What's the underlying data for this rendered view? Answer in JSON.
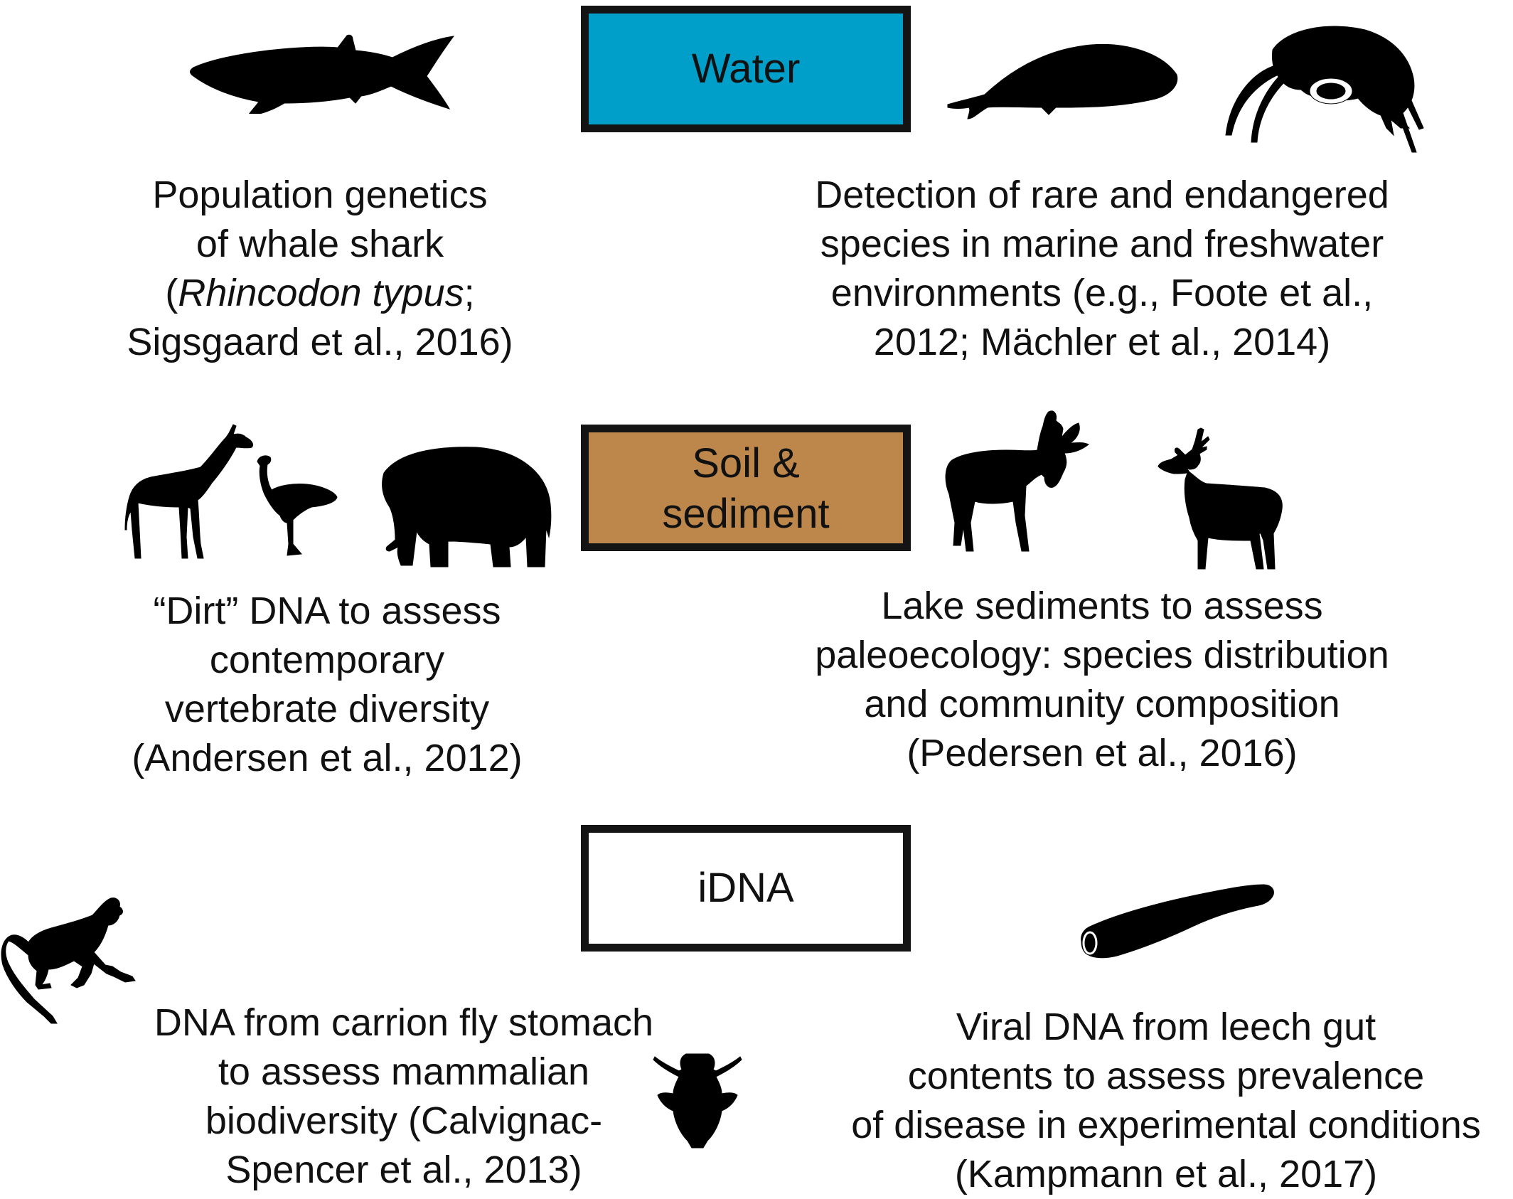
{
  "categories": {
    "water": {
      "label": "Water",
      "fill": "#009fc9"
    },
    "soil": {
      "line1": "Soil &",
      "line2": "sediment",
      "fill": "#bd874c"
    },
    "idna": {
      "label": "iDNA",
      "fill": "#ffffff"
    }
  },
  "examples": {
    "whale_shark": {
      "line1": "Population genetics",
      "line2": "of whale shark",
      "line3_open": "(",
      "line3_italic": "Rhincodon typus",
      "line3_close": ";",
      "line4": "Sigsgaard et al., 2016)"
    },
    "rare_species": {
      "line1": "Detection of rare and endangered",
      "line2": "species in marine and freshwater",
      "line3": "environments (e.g., Foote et al.,",
      "line4": "2012; Mächler et al., 2014)"
    },
    "dirt_dna": {
      "line1": "“Dirt” DNA to assess",
      "line2": "contemporary",
      "line3": "vertebrate diversity",
      "line4": "(Andersen et al., 2012)"
    },
    "lake_sediments": {
      "line1": "Lake sediments to assess",
      "line2": "paleoecology: species distribution",
      "line3": "and community composition",
      "line4": "(Pedersen et al., 2016)"
    },
    "carrion_fly": {
      "line1": "DNA from carrion fly stomach",
      "line2": "to assess mammalian",
      "line3": "biodiversity (Calvignac-",
      "line4": "Spencer et al., 2013)"
    },
    "leech": {
      "line1": "Viral DNA from leech gut",
      "line2": "contents to assess prevalence",
      "line3": "of disease in experimental conditions",
      "line4": "(Kampmann et al., 2017)"
    }
  },
  "icons": [
    "whale-shark-icon",
    "porpoise-icon",
    "amphipod-icon",
    "giraffe-icon",
    "ostrich-icon",
    "elephant-icon",
    "moose-icon",
    "deer-icon",
    "monkey-icon",
    "fly-icon",
    "leech-icon"
  ]
}
